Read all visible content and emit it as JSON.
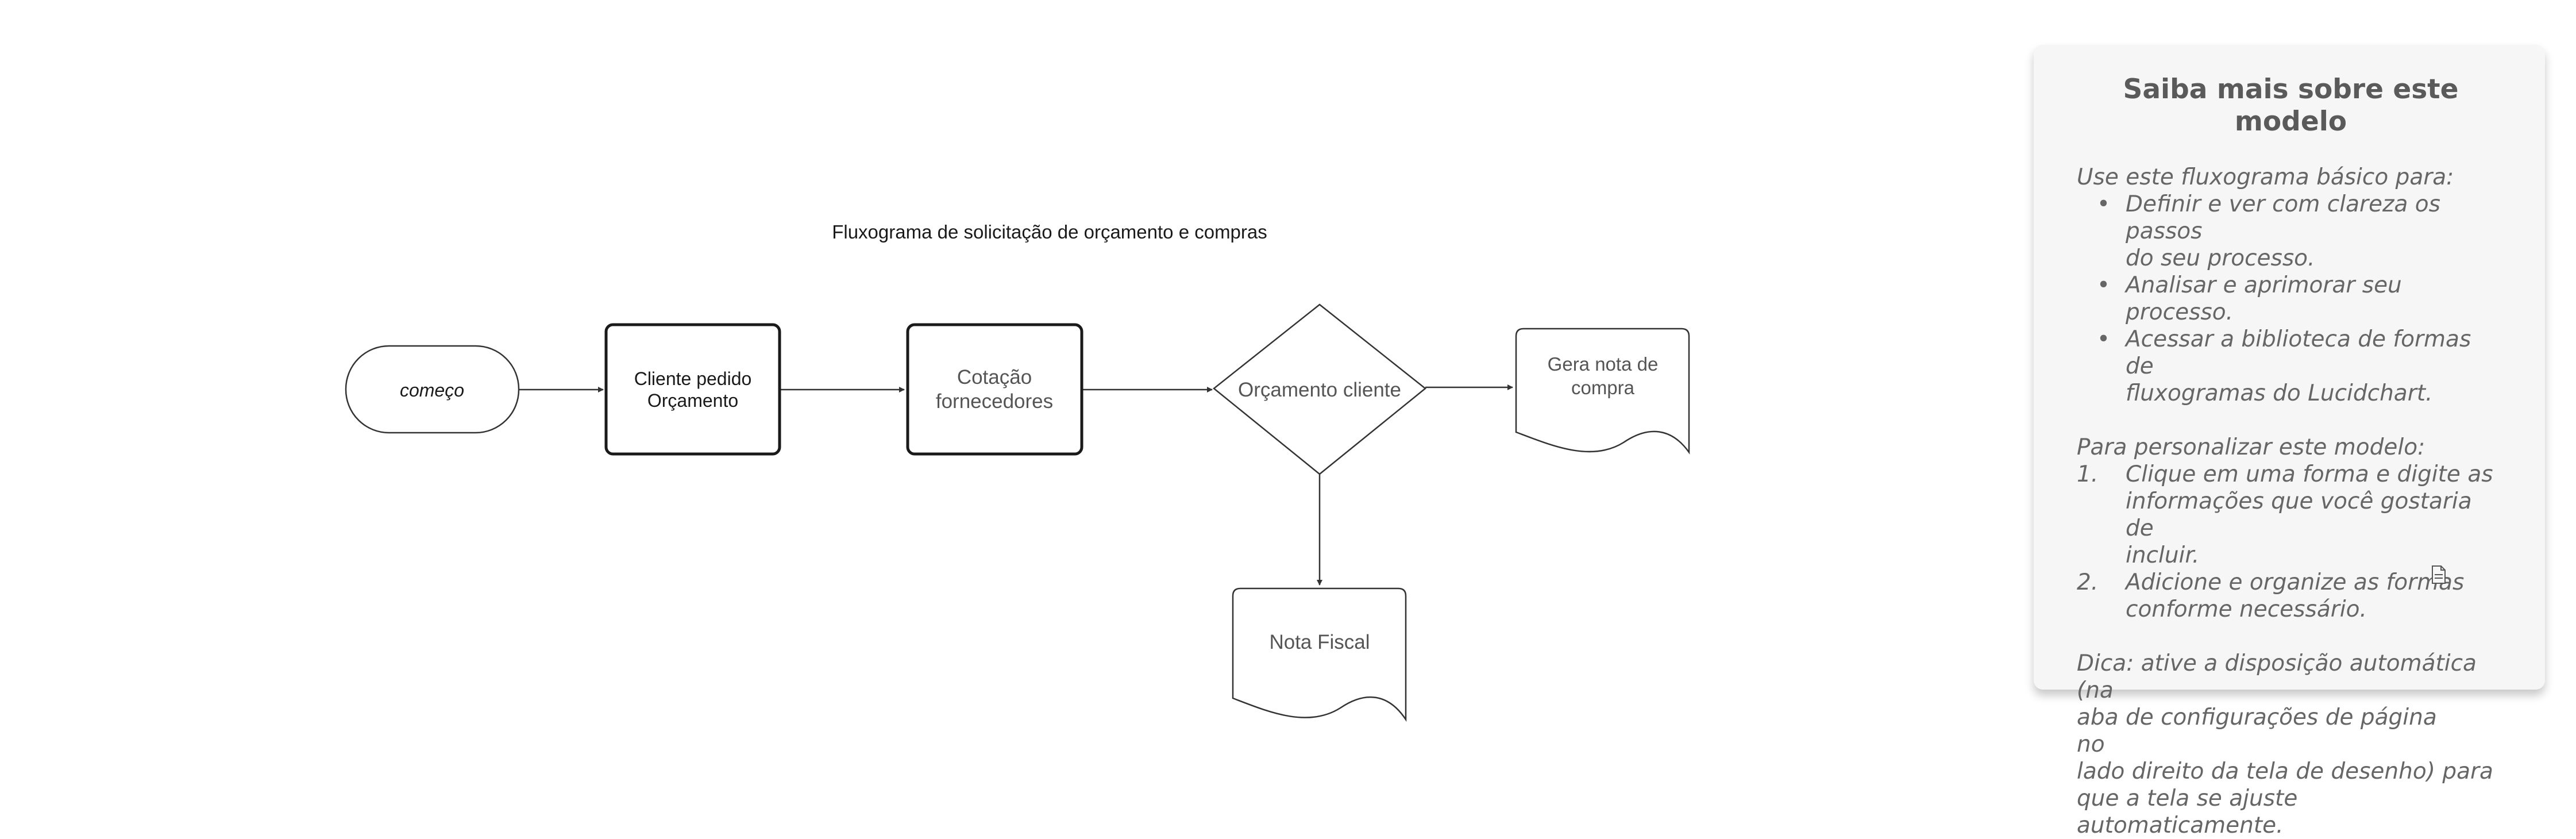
{
  "diagram": {
    "title": "Fluxograma de solicitação de orçamento e compras",
    "nodes": {
      "start": {
        "label": "começo"
      },
      "request": {
        "line1": "Cliente pedido",
        "line2": "Orçamento"
      },
      "quote": {
        "line1": "Cotação",
        "line2": "fornecedores"
      },
      "decision": {
        "label": "Orçamento cliente"
      },
      "purchase_note": {
        "line1": "Gera nota de",
        "line2": "compra"
      },
      "invoice": {
        "label": "Nota Fiscal"
      }
    },
    "colors": {
      "stroke": "#333333",
      "text": "#333333",
      "muted_text": "#555555"
    }
  },
  "note": {
    "title": "Saiba mais sobre este modelo",
    "intro": "Use este fluxograma básico para:",
    "bullets": [
      {
        "line1": "Definir e ver com clareza os passos",
        "line2": "do seu processo."
      },
      {
        "line1": "Analisar e aprimorar seu processo."
      },
      {
        "line1": "Acessar a biblioteca de formas de",
        "line2": "fluxogramas do Lucidchart."
      }
    ],
    "customize_intro": "Para personalizar este modelo:",
    "steps": [
      {
        "num": "1.",
        "line1": "Clique em uma forma e digite as",
        "line2": "informações que você gostaria de",
        "line3": "incluir."
      },
      {
        "num": "2.",
        "line1": "Adicione e organize as formas",
        "line2": "conforme necessário."
      }
    ],
    "tip": {
      "line1": "Dica: ative a disposição automática (na",
      "line2": "aba de configurações de página",
      "line2_end": "no",
      "line3": "lado direito da tela de desenho) para",
      "line4": "que a tela se ajuste automaticamente."
    },
    "icon": "page-settings-icon",
    "colors": {
      "background": "#f6f6f6",
      "text": "#666666"
    }
  }
}
